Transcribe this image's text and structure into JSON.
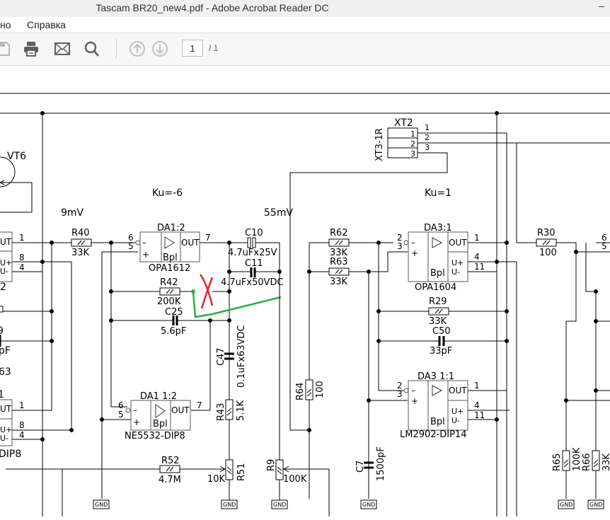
{
  "window": {
    "title": "Tascam BR20_new4.pdf - Adobe Acrobat Reader DC",
    "minimize_glyph": "–"
  },
  "menubar": {
    "items": [
      {
        "label": "но"
      },
      {
        "label": "Справка"
      }
    ]
  },
  "toolbar": {
    "icons": [
      "save-icon",
      "print-icon",
      "email-icon",
      "search-icon",
      "page-up-icon",
      "page-down-icon"
    ],
    "page_current": "1",
    "page_total": "/ 1"
  },
  "schematic": {
    "annotations": {
      "vt6": "VT6",
      "ku1": "Ku=-6",
      "ku2": "Ku=1",
      "v1": "9mV",
      "v2": "55mV",
      "left_label_2": "2",
      "left_label_9": "9",
      "left_label_pf": "pF",
      "left_label_63": "63",
      "left_label_1": "1",
      "left_label_dip8": "DIP8"
    },
    "components": {
      "R40": {
        "ref": "R40",
        "value": "33K"
      },
      "R42": {
        "ref": "R42",
        "value": "200K"
      },
      "C25": {
        "ref": "C25",
        "value": "5.6pF"
      },
      "C10": {
        "ref": "C10",
        "value": "4.7uFx25V"
      },
      "C11": {
        "ref": "C11",
        "value": "4.7uFx50VDC"
      },
      "C47": {
        "ref": "C47",
        "value": "0.1uFx63VDC"
      },
      "R43": {
        "ref": "R43",
        "value": "5.1K"
      },
      "R52": {
        "ref": "R52",
        "value": "4.7M"
      },
      "R51": {
        "ref": "R51",
        "value": "10K"
      },
      "R9": {
        "ref": "R9",
        "value": "100K"
      },
      "R64": {
        "ref": "R64",
        "value": "100"
      },
      "R62": {
        "ref": "R62",
        "value": "33K"
      },
      "R63": {
        "ref": "R63",
        "value": "33K"
      },
      "R29": {
        "ref": "R29",
        "value": "33K"
      },
      "C50": {
        "ref": "C50",
        "value": "33pF"
      },
      "C7": {
        "ref": "C7",
        "value": "1500pF"
      },
      "R30": {
        "ref": "R30",
        "value": "100"
      },
      "R65": {
        "ref": "R65",
        "value": "100K"
      },
      "R66": {
        "ref": "R66",
        "value": "33K"
      },
      "XT2": {
        "ref": "XT2",
        "value": "XT3-1R",
        "pins": [
          "1",
          "2",
          "3"
        ]
      }
    },
    "opamps": {
      "DA1_2": {
        "ref": "DA1:2",
        "part": "OPA1612",
        "in_neg": "6",
        "in_pos": "5",
        "out": "7",
        "type": "Bpl",
        "out_label": "OUT"
      },
      "DA1_1_2": {
        "ref": "DA1  1:2",
        "part": "NE5532-DIP8",
        "in_neg": "6",
        "in_pos": "5",
        "out": "7",
        "type": "Bpl",
        "out_label": "OUT"
      },
      "DA3_1": {
        "ref": "DA3:1",
        "part": "OPA1604",
        "in_neg": "2",
        "in_pos": "3",
        "out": "1",
        "vplus": "4",
        "vminus": "11",
        "type": "Bpl",
        "out_label": "OUT",
        "vplus_label": "U+",
        "vminus_label": "U-"
      },
      "DA3_1_1": {
        "ref": "DA3  1:1",
        "part": "LM2902-DIP14",
        "in_neg": "2",
        "in_pos": "3",
        "out": "1",
        "vplus": "4",
        "vminus": "11",
        "type": "Bpl",
        "out_label": "OUT",
        "vplus_label": "U+",
        "vminus_label": "U-"
      },
      "left_top": {
        "out": "1",
        "vplus": "8",
        "vminus": "4",
        "out_label": "UT",
        "vplus_label": "U+",
        "vminus_label": "U-"
      },
      "left_bot": {
        "out": "1",
        "vplus": "8",
        "vminus": "4",
        "out_label": "UT",
        "vplus_label": "U+",
        "vminus_label": "U-"
      },
      "right_edge": {
        "in_neg": "6",
        "in_pos": "5"
      }
    },
    "gnd_label": "GND",
    "markup_colors": {
      "red_x": "#e8242a",
      "green_line": "#2fae3f"
    }
  }
}
